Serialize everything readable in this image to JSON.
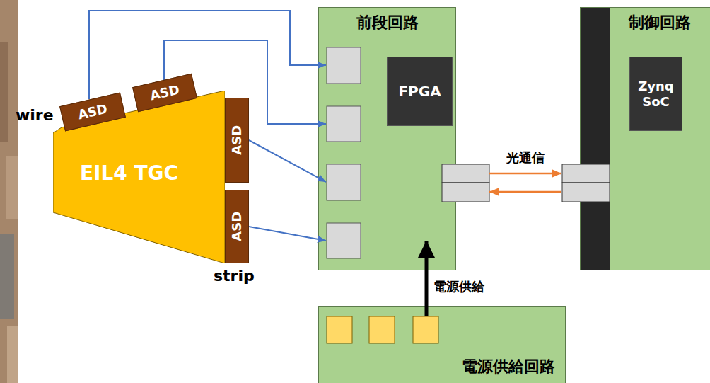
{
  "diagram": {
    "nodes": [
      {
        "text": [
          "ASD"
        ]
      },
      {
        "text": [
          "ASD"
        ]
      },
      {
        "text": [
          "EIL4 TGC"
        ]
      },
      {
        "text": [
          "ASD"
        ]
      },
      {
        "text": [
          "ASD"
        ]
      },
      {
        "text": [
          "前段回路"
        ]
      },
      {
        "text": [
          "FPGA"
        ],
        "in": 5
      },
      {
        "text": [
          "制御回路"
        ]
      },
      {
        "text": [
          "Zynq SoC"
        ],
        "in": 7
      },
      {
        "text": [
          "電源供給回路"
        ]
      }
    ],
    "edges": [
      {
        "from": 0,
        "to": 5,
        "arrow": "to"
      },
      {
        "from": 1,
        "to": 5,
        "arrow": "to"
      },
      {
        "from": 3,
        "to": 5,
        "arrow": "to"
      },
      {
        "from": 4,
        "to": 5,
        "arrow": "to"
      },
      {
        "from": 5,
        "to": 7,
        "arrow": "to",
        "label": "光通信"
      },
      {
        "from": 7,
        "to": 5,
        "arrow": "to"
      },
      {
        "from": 9,
        "to": 5,
        "arrow": "to",
        "label": "電源供給"
      }
    ],
    "labels": [
      "wire",
      "strip"
    ]
  }
}
